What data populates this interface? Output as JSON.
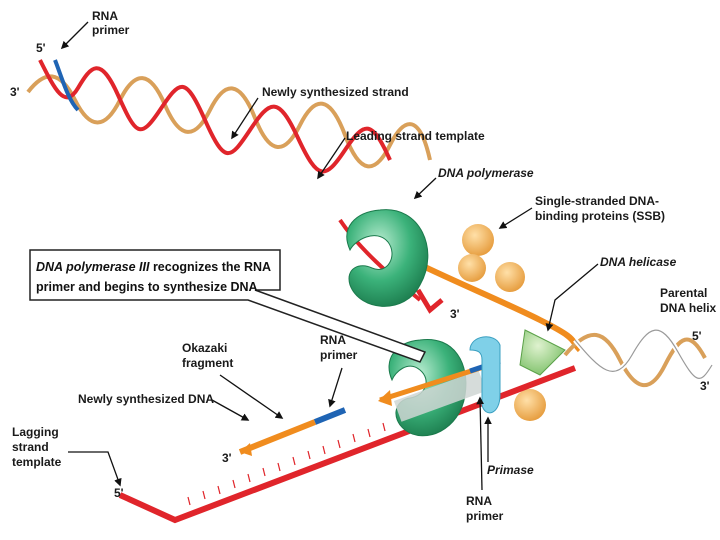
{
  "labels": {
    "rna_primer_top": [
      "RNA",
      "primer"
    ],
    "five_prime_top": "5'",
    "three_prime_top": "3'",
    "newly_synthesized_strand": "Newly synthesized strand",
    "leading_strand_template": "Leading strand template",
    "dna_polymerase": "DNA polymerase",
    "ssb": [
      "Single-stranded DNA-",
      "binding proteins (SSB)"
    ],
    "dna_helicase": "DNA helicase",
    "parental_dna_helix": [
      "Parental",
      "DNA helix"
    ],
    "five_prime_parental": "5'",
    "three_prime_parental": "3'",
    "three_prime_leading": "3'",
    "okazaki_fragment": [
      "Okazaki",
      "fragment"
    ],
    "rna_primer_mid": [
      "RNA",
      "primer"
    ],
    "newly_synthesized_dna": "Newly synthesized DNA",
    "three_prime_lagging": "3'",
    "lagging_strand_template": [
      "Lagging",
      "strand",
      "template"
    ],
    "five_prime_lagging": "5'",
    "primase": "Primase",
    "rna_primer_bottom": [
      "RNA",
      "primer"
    ]
  },
  "callout": {
    "line1_italic": "DNA polymerase III",
    "line1_rest": " recognizes the RNA",
    "line2": "primer and begins to synthesize DNA"
  },
  "colors": {
    "red_strand": "#e0252b",
    "tan_strand": "#d9a05a",
    "orange_strand": "#f08c1e",
    "blue_primer": "#1f64b4",
    "polymerase_green": "#3bb27a",
    "helicase_green": "#9ed28a",
    "ssb_orange": "#f5b25a",
    "primase_cyan": "#7fd0e8"
  }
}
